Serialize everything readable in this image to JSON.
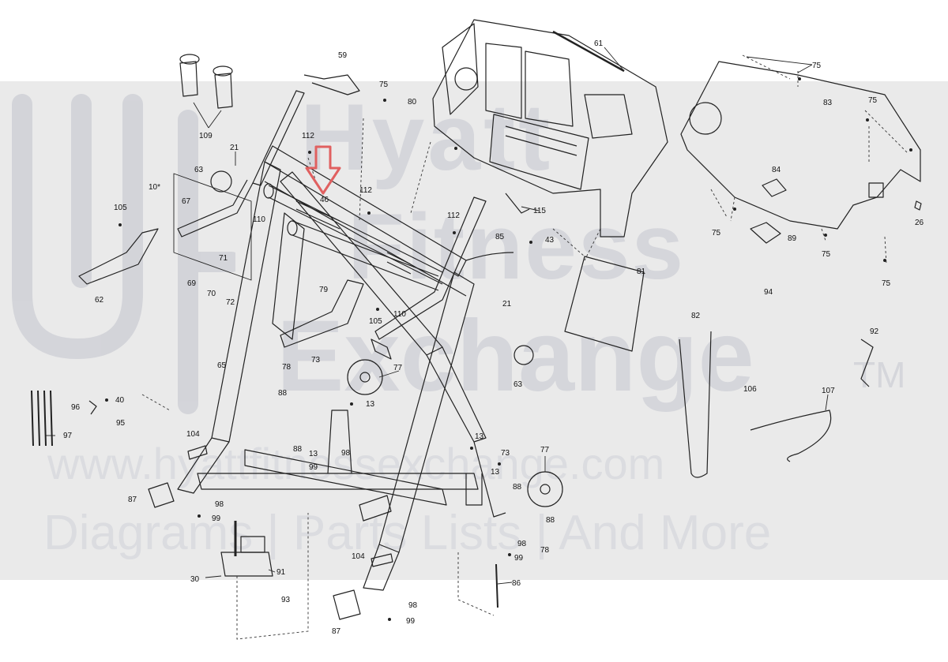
{
  "watermark": {
    "line1": "Hyatt",
    "line2": "Fitness",
    "line3": "Exchange",
    "trademark": "TM",
    "url": "www.hyattfitnessexchange.com",
    "tagline": "Diagrams | Parts Lists | And More"
  },
  "colors": {
    "line": "#222222",
    "watermark_band": "#d9d9d9",
    "watermark_text": "#c4c6cf",
    "highlight_arrow": "#e06060"
  },
  "highlight": {
    "icon": "down-arrow-icon",
    "target_part": "46"
  },
  "parts": [
    "59",
    "61",
    "75",
    "80",
    "109",
    "21",
    "112",
    "63",
    "10*",
    "67",
    "105",
    "110",
    "46",
    "112",
    "75",
    "112",
    "115",
    "85",
    "43",
    "83",
    "75",
    "84",
    "26",
    "75",
    "89",
    "75",
    "94",
    "75",
    "62",
    "71",
    "69",
    "70",
    "72",
    "79",
    "105",
    "110",
    "21",
    "81",
    "82",
    "92",
    "65",
    "78",
    "73",
    "77",
    "63",
    "106",
    "107",
    "88",
    "13",
    "96",
    "40",
    "95",
    "97",
    "104",
    "88",
    "13",
    "98",
    "99",
    "13",
    "73",
    "77",
    "13",
    "88",
    "87",
    "98",
    "99",
    "88",
    "98",
    "99",
    "78",
    "104",
    "30",
    "91",
    "93",
    "86",
    "87",
    "98",
    "99"
  ]
}
